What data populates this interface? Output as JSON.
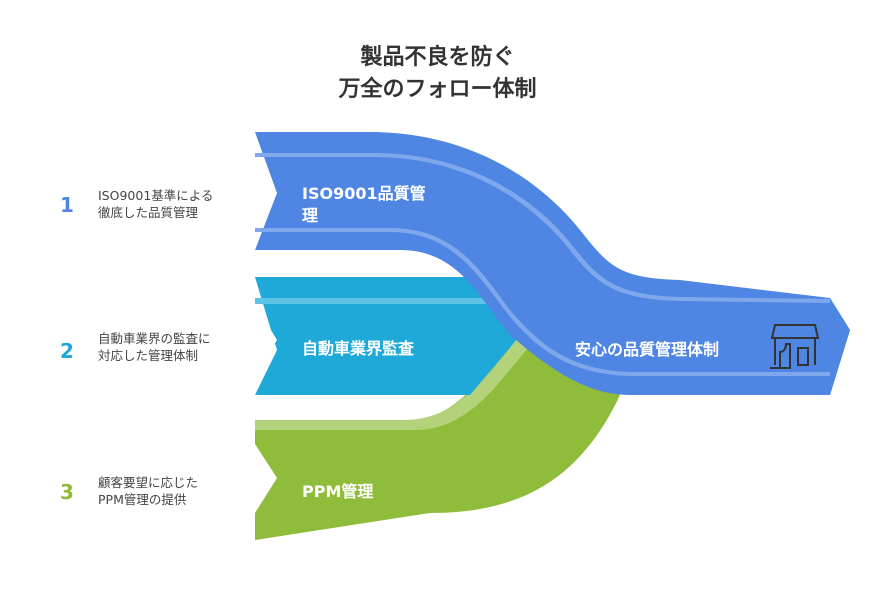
{
  "title": {
    "line1": "製品不良を防ぐ",
    "line2": "万全のフォロー体制"
  },
  "colors": {
    "blue": "#4f86e3",
    "cyan": "#1fa9d8",
    "green": "#8fbc3b",
    "blue_light": "#7fa8ec",
    "cyan_light": "#5cc3e6",
    "green_light": "#b3d27a"
  },
  "items": [
    {
      "number": "1",
      "description": "ISO9001基準による\n徹底した品質管理",
      "label": "ISO9001品質管\n理",
      "color": "#4f86e3"
    },
    {
      "number": "2",
      "description": "自動車業界の監査に\n対応した管理体制",
      "label": "自動車業界監査",
      "color": "#1fa9d8"
    },
    {
      "number": "3",
      "description": "顧客要望に応じた\nPPM管理の提供",
      "label": "PPM管理",
      "color": "#8fbc3b"
    }
  ],
  "output": {
    "label": "安心の品質管理体制",
    "icon": "storefront-thumbs-up-icon"
  }
}
